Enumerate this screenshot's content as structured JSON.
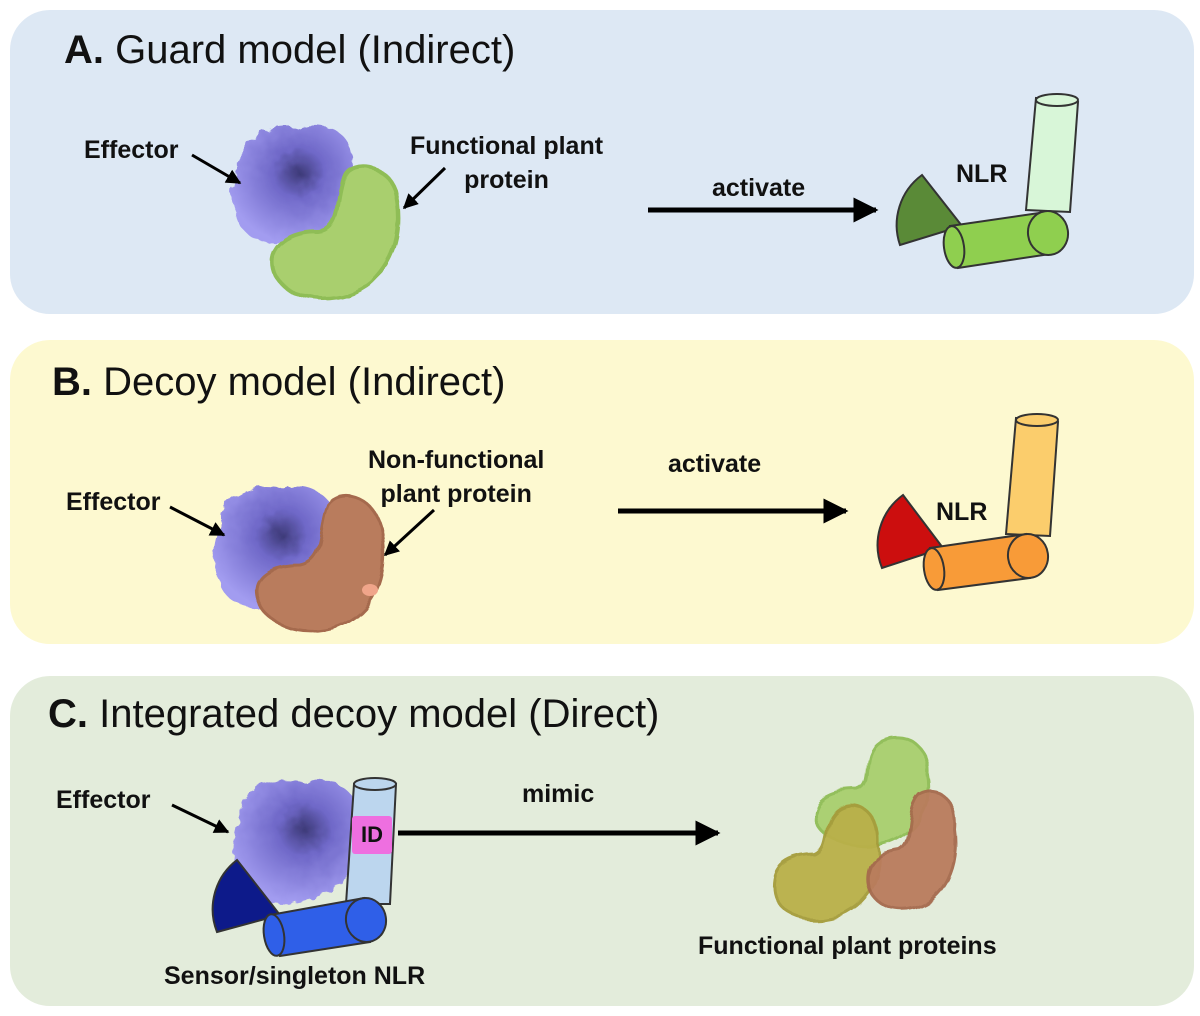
{
  "panels": [
    {
      "letter": "A.",
      "title": "Guard model (Indirect)",
      "effector_label": "Effector",
      "protein_label_line1": "Functional plant",
      "protein_label_line2": "protein",
      "arrow_label": "activate",
      "nlr_label": "NLR"
    },
    {
      "letter": "B.",
      "title": "Decoy model (Indirect)",
      "effector_label": "Effector",
      "protein_label_line1": "Non-functional",
      "protein_label_line2": "plant protein",
      "arrow_label": "activate",
      "nlr_label": "NLR"
    },
    {
      "letter": "C.",
      "title": "Integrated decoy model (Direct)",
      "effector_label": "Effector",
      "id_label": "ID",
      "arrow_label": "mimic",
      "nlr_caption": "Sensor/singleton NLR",
      "proteins_caption": "Functional plant proteins"
    }
  ],
  "colors": {
    "panel_a_bg": "#dde8f4",
    "panel_b_bg": "#fdf9d0",
    "panel_c_bg": "#e3ecdb",
    "effector": "#9c96e6",
    "green_protein": "#a9cf6e",
    "brown_protein": "#b97c5d",
    "olive_protein": "#b9b04a",
    "nlr_a": "#8fcf4f",
    "nlr_b": "#f89b38",
    "nlr_c": "#2f5fe8",
    "id_box": "#ee6fe0"
  }
}
